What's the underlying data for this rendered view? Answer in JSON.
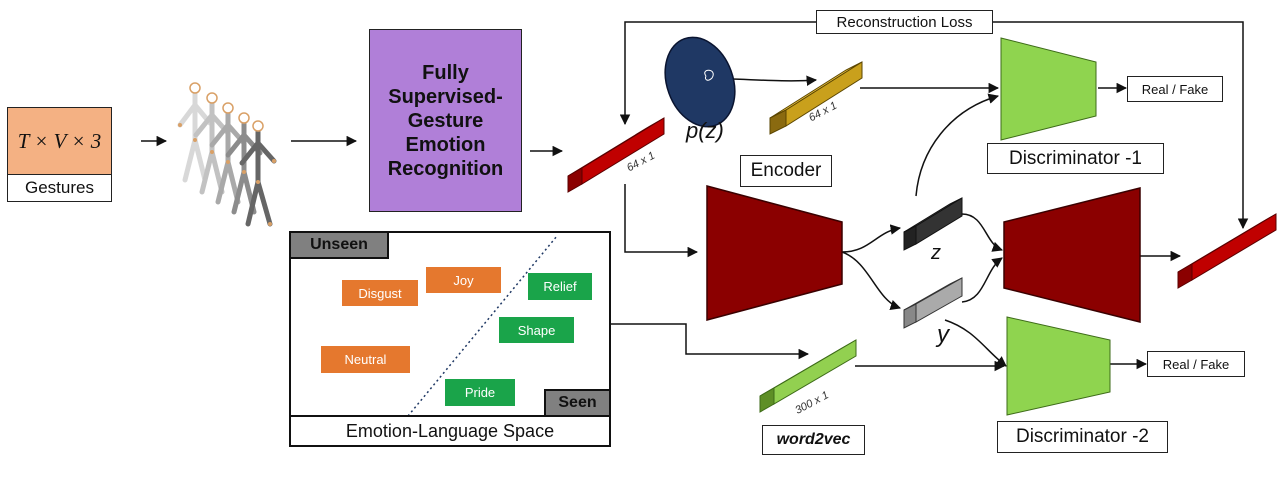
{
  "input": {
    "formula": "T × V × 3",
    "label": "Gestures"
  },
  "fser": {
    "lines": [
      "Fully",
      "Supervised-",
      "Gesture",
      "Emotion",
      "Recognition"
    ]
  },
  "loss": {
    "label": "Reconstruction Loss"
  },
  "feature": {
    "dim": "64 x 1"
  },
  "prior": {
    "label": "p(z)",
    "dim": "64 x 1"
  },
  "encoder": {
    "label": "Encoder"
  },
  "latent": {
    "z": "z",
    "y": "y"
  },
  "disc1": {
    "label": "Discriminator -1",
    "output": "Real / Fake"
  },
  "disc2": {
    "label": "Discriminator -2",
    "output": "Real / Fake"
  },
  "word2vec": {
    "label": "word2vec",
    "dim": "300 x 1"
  },
  "space": {
    "title": "Emotion-Language Space",
    "unseen_label": "Unseen",
    "seen_label": "Seen",
    "unseen": [
      "Disgust",
      "Joy",
      "Neutral"
    ],
    "seen": [
      "Relief",
      "Shape",
      "Pride"
    ]
  },
  "colors": {
    "gesture_box": "#f4b183",
    "fser_box": "#b07fd8",
    "feature_bar": "#c00000",
    "prior_bar": "#c9a01c",
    "prior_ellipse": "#1f3864",
    "encoder": "#8b0000",
    "discriminator": "#8fd44f",
    "word2vec_bar": "#92d050",
    "z_bar": "#333333",
    "y_bar": "#aaaaaa",
    "unseen_tag": "#e5782e",
    "seen_tag": "#1aa44a",
    "panel_header": "#808080"
  }
}
